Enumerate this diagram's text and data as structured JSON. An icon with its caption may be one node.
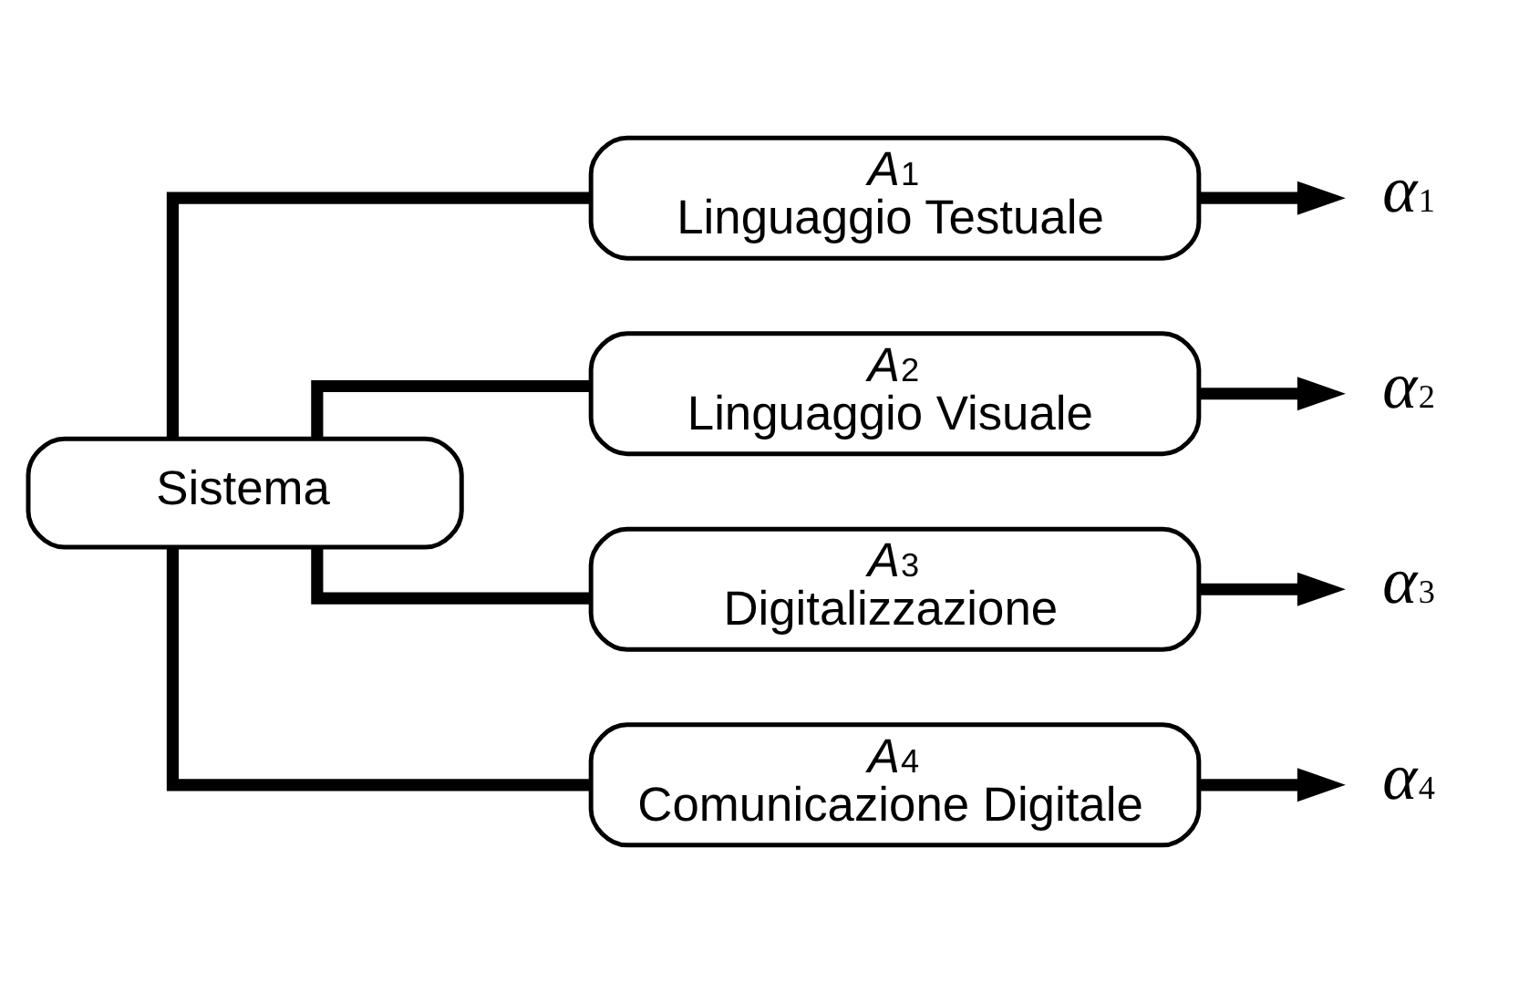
{
  "diagram": {
    "nodes": [
      {
        "text": [
          "Sistema"
        ]
      },
      {
        "text": [
          "*A*$_{1}$",
          "Linguaggio Testuale"
        ]
      },
      {
        "text": [
          "*A*$_{2}$",
          "Linguaggio Visuale"
        ]
      },
      {
        "text": [
          "*A*$_{3}$",
          "Digitalizzazione"
        ]
      },
      {
        "text": [
          "*A*$_{4}$",
          "Comunicazione Digitale"
        ]
      },
      {
        "text": [
          "*α*$_{1}$"
        ]
      },
      {
        "text": [
          "*α*$_{2}$"
        ]
      },
      {
        "text": [
          "*α*$_{3}$"
        ]
      },
      {
        "text": [
          "*α*$_{4}$"
        ]
      }
    ],
    "edges": [
      {
        "from": 0,
        "to": 1,
        "arrow": "none"
      },
      {
        "from": 0,
        "to": 2,
        "arrow": "none"
      },
      {
        "from": 0,
        "to": 3,
        "arrow": "none"
      },
      {
        "from": 0,
        "to": 4,
        "arrow": "none"
      },
      {
        "from": 1,
        "to": 5,
        "arrow": "to"
      },
      {
        "from": 2,
        "to": 6,
        "arrow": "to"
      },
      {
        "from": 3,
        "to": 7,
        "arrow": "to"
      },
      {
        "from": 4,
        "to": 8,
        "arrow": "to"
      }
    ]
  }
}
